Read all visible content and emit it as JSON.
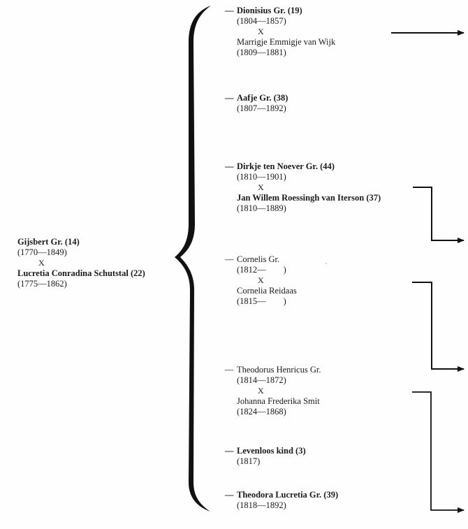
{
  "document": {
    "type": "family-tree-chart",
    "parents": {
      "father": {
        "name": "Gijsbert Gr. (14)",
        "dates": "(1770—1849)"
      },
      "marriage_mark": "X",
      "mother": {
        "name": "Lucretia Conradina Schutstal (22)",
        "dates": "(1775—1862)"
      }
    },
    "children": [
      {
        "dash": "—",
        "name": "Dionisius Gr. (19)",
        "bold": true,
        "dates": "(1804—1857)",
        "marriage_mark": "X",
        "spouse": {
          "name": "Marrigje Emmigje van Wijk",
          "bold": false,
          "dates": "(1809—1881)"
        },
        "continuation": "arrow-right"
      },
      {
        "dash": "—",
        "name": "Aafje Gr. (38)",
        "bold": true,
        "dates": "(1807—1892)"
      },
      {
        "dash": "—",
        "name": "Dirkje ten Noever Gr. (44)",
        "bold": true,
        "dates": "(1810—1901)",
        "marriage_mark": "X",
        "spouse": {
          "name": "Jan Willem Roessingh van Iterson (37)",
          "bold": true,
          "dates": "(1810—1889)"
        },
        "continuation": "bent-arrow-right"
      },
      {
        "dash": "—",
        "name": "Cornelis Gr.",
        "bold": false,
        "dates": "(1812—        )",
        "marriage_mark": "X",
        "spouse": {
          "name": "Cornelia Reidaas",
          "bold": false,
          "dates": "(1815—        )"
        },
        "continuation": "bent-arrow-right"
      },
      {
        "dash": "—",
        "name": "Theodorus Henricus Gr.",
        "bold": false,
        "dates": "(1814—1872)",
        "marriage_mark": "X",
        "spouse": {
          "name": "Johanna Frederika Smit",
          "bold": false,
          "dates": "(1824—1868)"
        },
        "continuation": "bent-arrow-right"
      },
      {
        "dash": "—",
        "name": "Levenloos kind (3)",
        "bold": true,
        "dates": "(1817)"
      },
      {
        "dash": "—",
        "name": "Theodora Lucretia Gr. (39)",
        "bold": true,
        "dates": "(1818—1892)"
      }
    ],
    "icons": {
      "brace": "curly-brace-icon",
      "arrow": "arrow-right-icon"
    },
    "colors": {
      "ink": "#1a1a1a",
      "paper": "#fefefe"
    }
  }
}
